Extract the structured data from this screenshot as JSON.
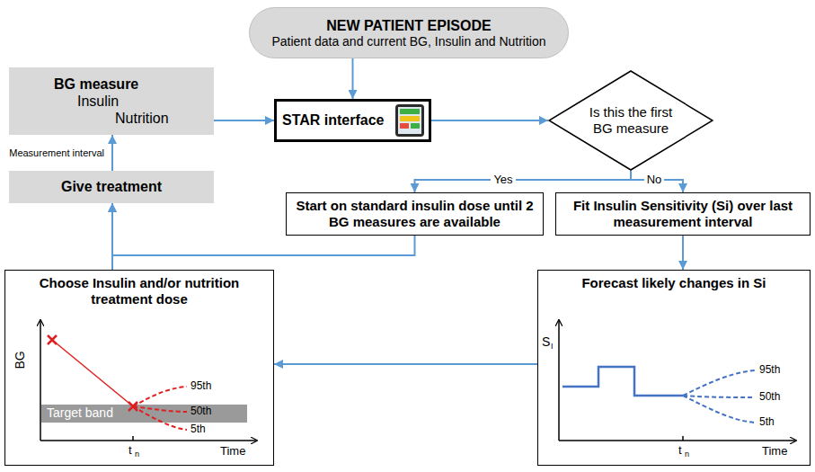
{
  "diagram": {
    "nodes": [
      {
        "text": [
          "NEW PATIENT EPISODE",
          "Patient data and current BG, Insulin and Nutrition"
        ]
      },
      {
        "text": [
          "BG measure",
          "Insulin",
          "Nutrition"
        ]
      },
      {
        "text": [
          "STAR interface"
        ]
      },
      {
        "text": [
          "Is this the first BG measure"
        ]
      },
      {
        "text": [
          "Give treatment"
        ]
      },
      {
        "text": [
          "Start on standard insulin dose until 2 BG measures are available"
        ]
      },
      {
        "text": [
          "Fit Insulin Sensitivity (Si) over last measurement interval"
        ]
      },
      {
        "text": [
          "Choose Insulin and/or nutrition treatment dose"
        ]
      },
      {
        "text": [
          "Forecast likely changes in Si"
        ]
      }
    ],
    "edges": [
      {
        "from": 0,
        "to": 2,
        "arrow": "to"
      },
      {
        "from": 2,
        "to": 3,
        "arrow": "to"
      },
      {
        "from": 3,
        "to": 5,
        "label": "Yes",
        "arrow": "to"
      },
      {
        "from": 3,
        "to": 6,
        "label": "No",
        "arrow": "to"
      },
      {
        "from": 6,
        "to": 8,
        "arrow": "to"
      },
      {
        "from": 8,
        "to": 7,
        "arrow": "to"
      },
      {
        "from": 5,
        "to": 4,
        "arrow": "to"
      },
      {
        "from": 7,
        "to": 4,
        "arrow": "to"
      },
      {
        "from": 4,
        "to": 1,
        "label": "Measurement interval",
        "arrow": "to"
      },
      {
        "from": 1,
        "to": 2,
        "arrow": "to"
      }
    ],
    "labels": [
      "BG",
      "Target band",
      "95th",
      "50th",
      "5th",
      "t",
      "n",
      "Time",
      "S",
      "I",
      "95th",
      "50th",
      "5th",
      "t",
      "n",
      "Time"
    ]
  }
}
